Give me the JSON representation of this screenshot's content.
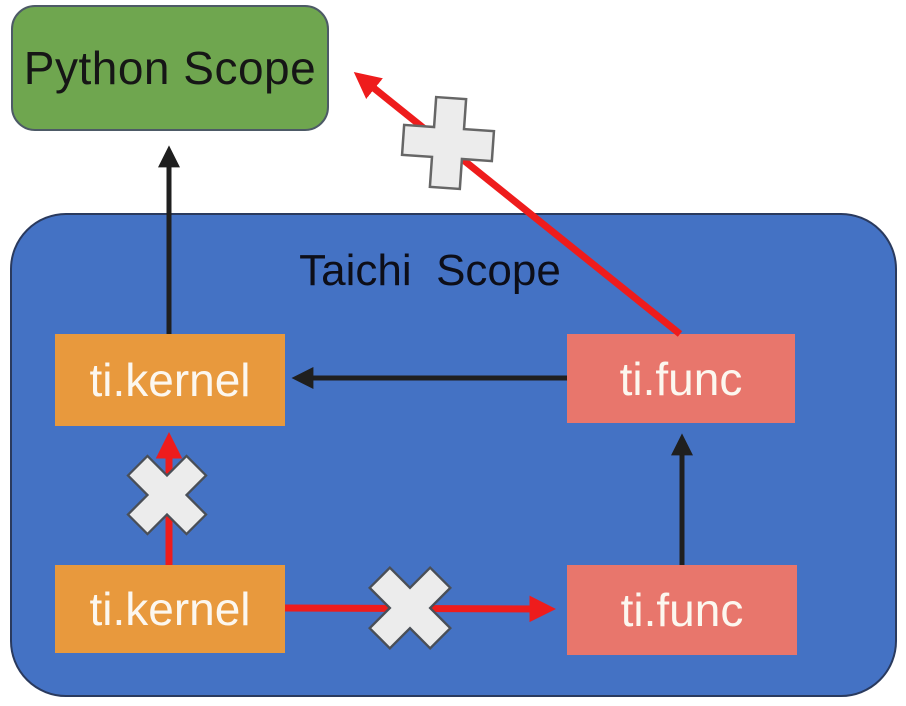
{
  "diagram": {
    "title": "Taichi  Scope",
    "python_scope": {
      "label": "Python Scope"
    },
    "nodes": [
      {
        "id": "kernel-mid",
        "label": "ti.kernel"
      },
      {
        "id": "func-mid",
        "label": "ti.func"
      },
      {
        "id": "kernel-bottom",
        "label": "ti.kernel"
      },
      {
        "id": "func-bottom",
        "label": "ti.func"
      }
    ],
    "edges": [
      {
        "from": "kernel-mid",
        "to": "python-scope",
        "color": "black",
        "style": "allowed"
      },
      {
        "from": "func-mid",
        "to": "kernel-mid",
        "color": "black",
        "style": "allowed"
      },
      {
        "from": "func-bottom",
        "to": "func-mid",
        "color": "black",
        "style": "allowed"
      },
      {
        "from": "func-mid",
        "to": "python-scope",
        "color": "red",
        "style": "marked",
        "icon": "plus-icon"
      },
      {
        "from": "kernel-bottom",
        "to": "kernel-mid",
        "color": "red",
        "style": "forbidden",
        "icon": "cross-icon"
      },
      {
        "from": "kernel-bottom",
        "to": "func-bottom",
        "color": "red",
        "style": "forbidden",
        "icon": "cross-icon"
      }
    ],
    "colors": {
      "python_scope_fill": "#6FA64F",
      "taichi_scope_fill": "#4472C4",
      "kernel_fill": "#E8993D",
      "func_fill": "#E8766C",
      "black_arrow": "#1F1F1F",
      "red_arrow": "#EE1C1C",
      "icon_fill": "#ECECEC",
      "icon_border": "#666666",
      "node_text": "#FCF7EF",
      "title_text": "#0D0E18"
    }
  }
}
